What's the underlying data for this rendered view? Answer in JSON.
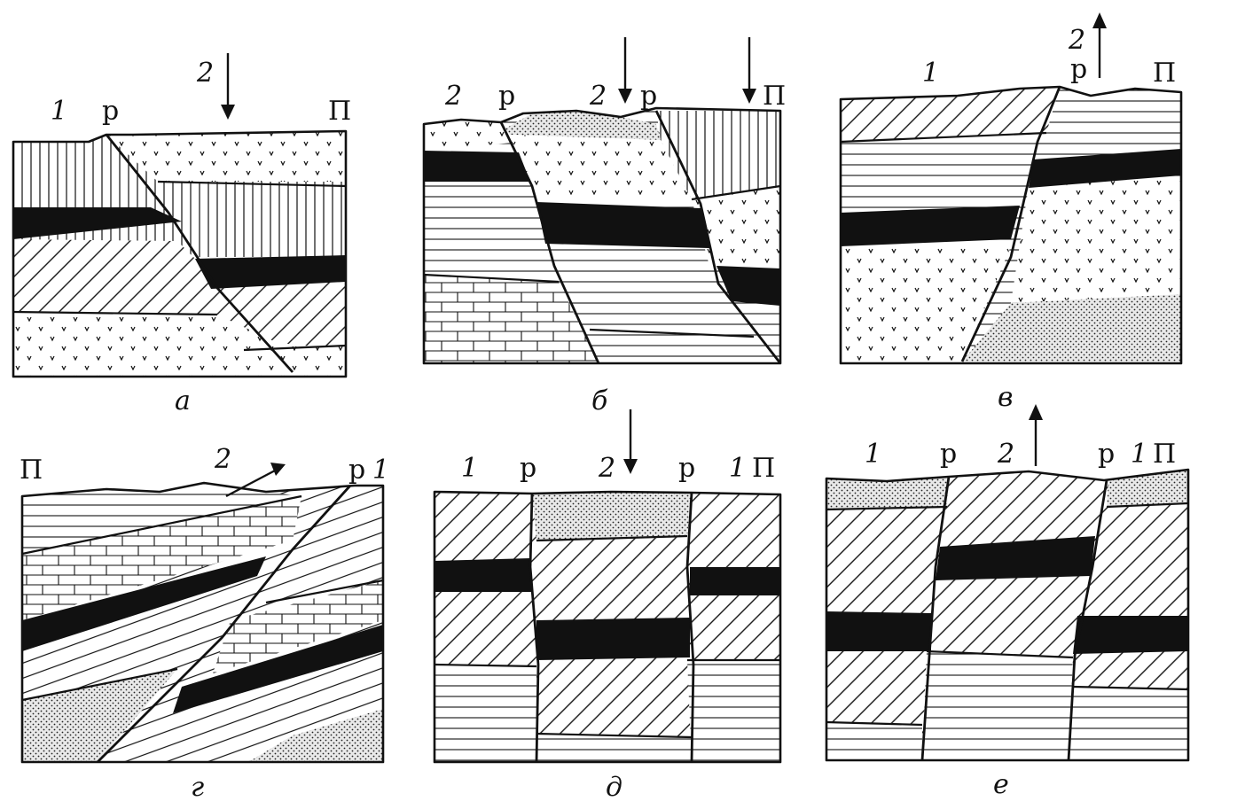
{
  "panels": [
    {
      "caption": "а",
      "labels": {
        "l1": "1",
        "lp": "р",
        "l2": "2",
        "lP": "П"
      }
    },
    {
      "caption": "б",
      "labels": {
        "l2a": "2",
        "lp1": "р",
        "l2b": "2",
        "lp2": "р",
        "lP": "П"
      }
    },
    {
      "caption": "в",
      "labels": {
        "l1": "1",
        "l2": "2",
        "lp": "р",
        "lP": "П"
      }
    },
    {
      "caption": "г",
      "labels": {
        "lP": "П",
        "l2": "2",
        "lp": "р",
        "l1": "1"
      }
    },
    {
      "caption": "д",
      "labels": {
        "l1a": "1",
        "lp1": "р",
        "l2": "2",
        "lp2": "р",
        "l1b": "1",
        "lP": "П"
      }
    },
    {
      "caption": "е",
      "labels": {
        "l1a": "1",
        "lp1": "р",
        "l2": "2",
        "lp2": "р",
        "l1b": "1",
        "lP": "П"
      }
    }
  ],
  "legend_patterns": [
    "vertical-hatch",
    "diagonal-hatch",
    "horizontal-hatch",
    "v-marks",
    "dots",
    "brick",
    "solid-black"
  ],
  "colors": {
    "ink": "#111111",
    "paper": "#ffffff"
  }
}
